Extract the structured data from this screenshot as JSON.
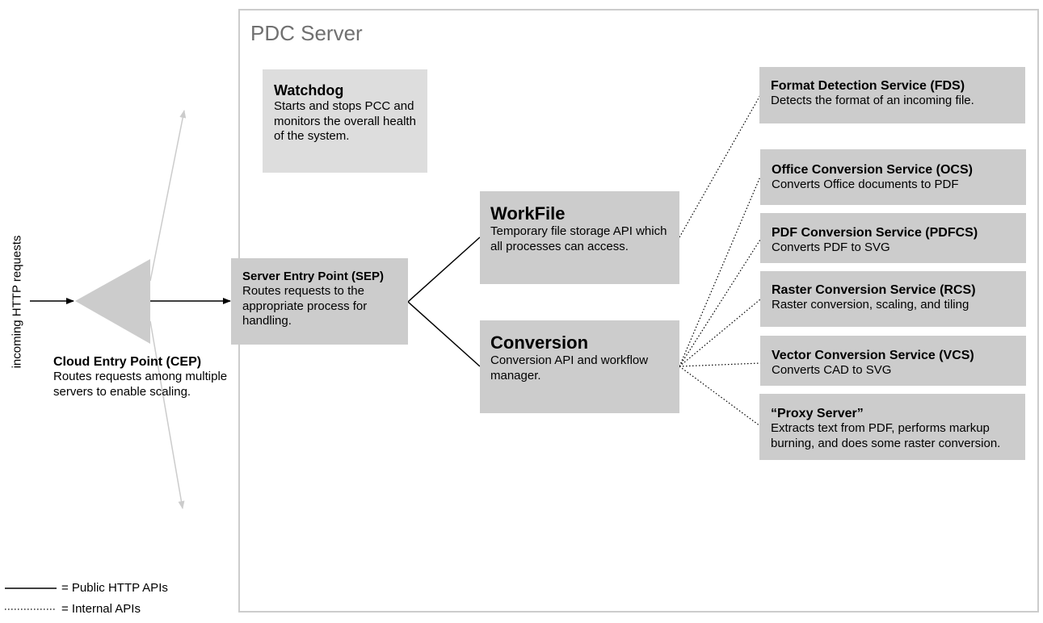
{
  "server_title": "PDC Server",
  "incoming_label": "incoming HTTP requests",
  "cep": {
    "title": "Cloud Entry Point (CEP)",
    "desc": "Routes requests among multiple servers to enable scaling."
  },
  "watchdog": {
    "title": "Watchdog",
    "desc": "Starts and stops PCC and monitors the overall health of the system."
  },
  "sep": {
    "title": "Server Entry Point (SEP)",
    "desc": "Routes requests to the appropriate process for handling."
  },
  "workfile": {
    "title": "WorkFile",
    "desc": "Temporary file storage API which all processes can access."
  },
  "conversion": {
    "title": "Conversion",
    "desc": "Conversion API and workflow manager."
  },
  "services": [
    {
      "title": "Format Detection Service (FDS)",
      "desc": "Detects the format of an incoming file."
    },
    {
      "title": "Office Conversion Service (OCS)",
      "desc": "Converts Office documents to PDF"
    },
    {
      "title": "PDF Conversion Service (PDFCS)",
      "desc": "Converts PDF to SVG"
    },
    {
      "title": "Raster Conversion Service (RCS)",
      "desc": "Raster conversion, scaling, and tiling"
    },
    {
      "title": "Vector Conversion Service (VCS)",
      "desc": "Converts CAD to SVG"
    },
    {
      "title": "“Proxy Server”",
      "desc": "Extracts text from PDF, performs markup burning, and does some raster conversion."
    }
  ],
  "legend": {
    "public": "= Public HTTP APIs",
    "internal": "= Internal APIs"
  },
  "colors": {
    "box_fill": "#cccccc",
    "frame_border": "#cccccc",
    "arrow_gray": "#cccccc",
    "title_gray": "#707070"
  }
}
